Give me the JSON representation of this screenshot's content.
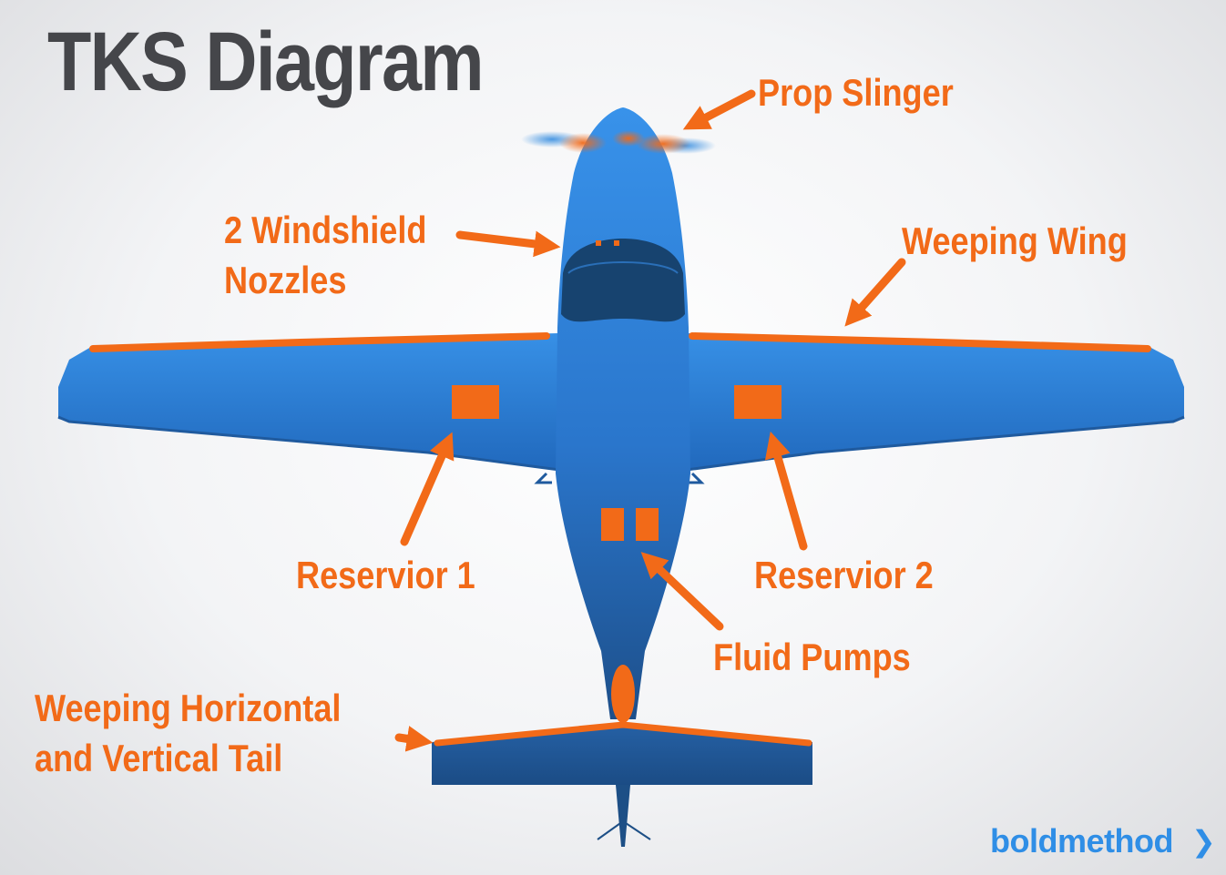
{
  "title": "TKS Diagram",
  "labels": {
    "prop_slinger": "Prop Slinger",
    "windshield_nozzles_line1": "2 Windshield",
    "windshield_nozzles_line2": "Nozzles",
    "weeping_wing": "Weeping Wing",
    "reservoir_1": "Reservior 1",
    "reservoir_2": "Reservior 2",
    "fluid_pumps": "Fluid Pumps",
    "weeping_tail_line1": "Weeping Horizontal",
    "weeping_tail_line2": "and Vertical Tail"
  },
  "brand": {
    "name": "boldmethod",
    "chevron": "❯"
  },
  "colors": {
    "title": "#45464a",
    "label_orange": "#f26a18",
    "airframe_blue": "#2e86e0",
    "airframe_dark_blue": "#1c4f86",
    "canopy_navy": "#17436f",
    "brand_blue": "#2f8ee6",
    "background": "#f3f4f6"
  }
}
